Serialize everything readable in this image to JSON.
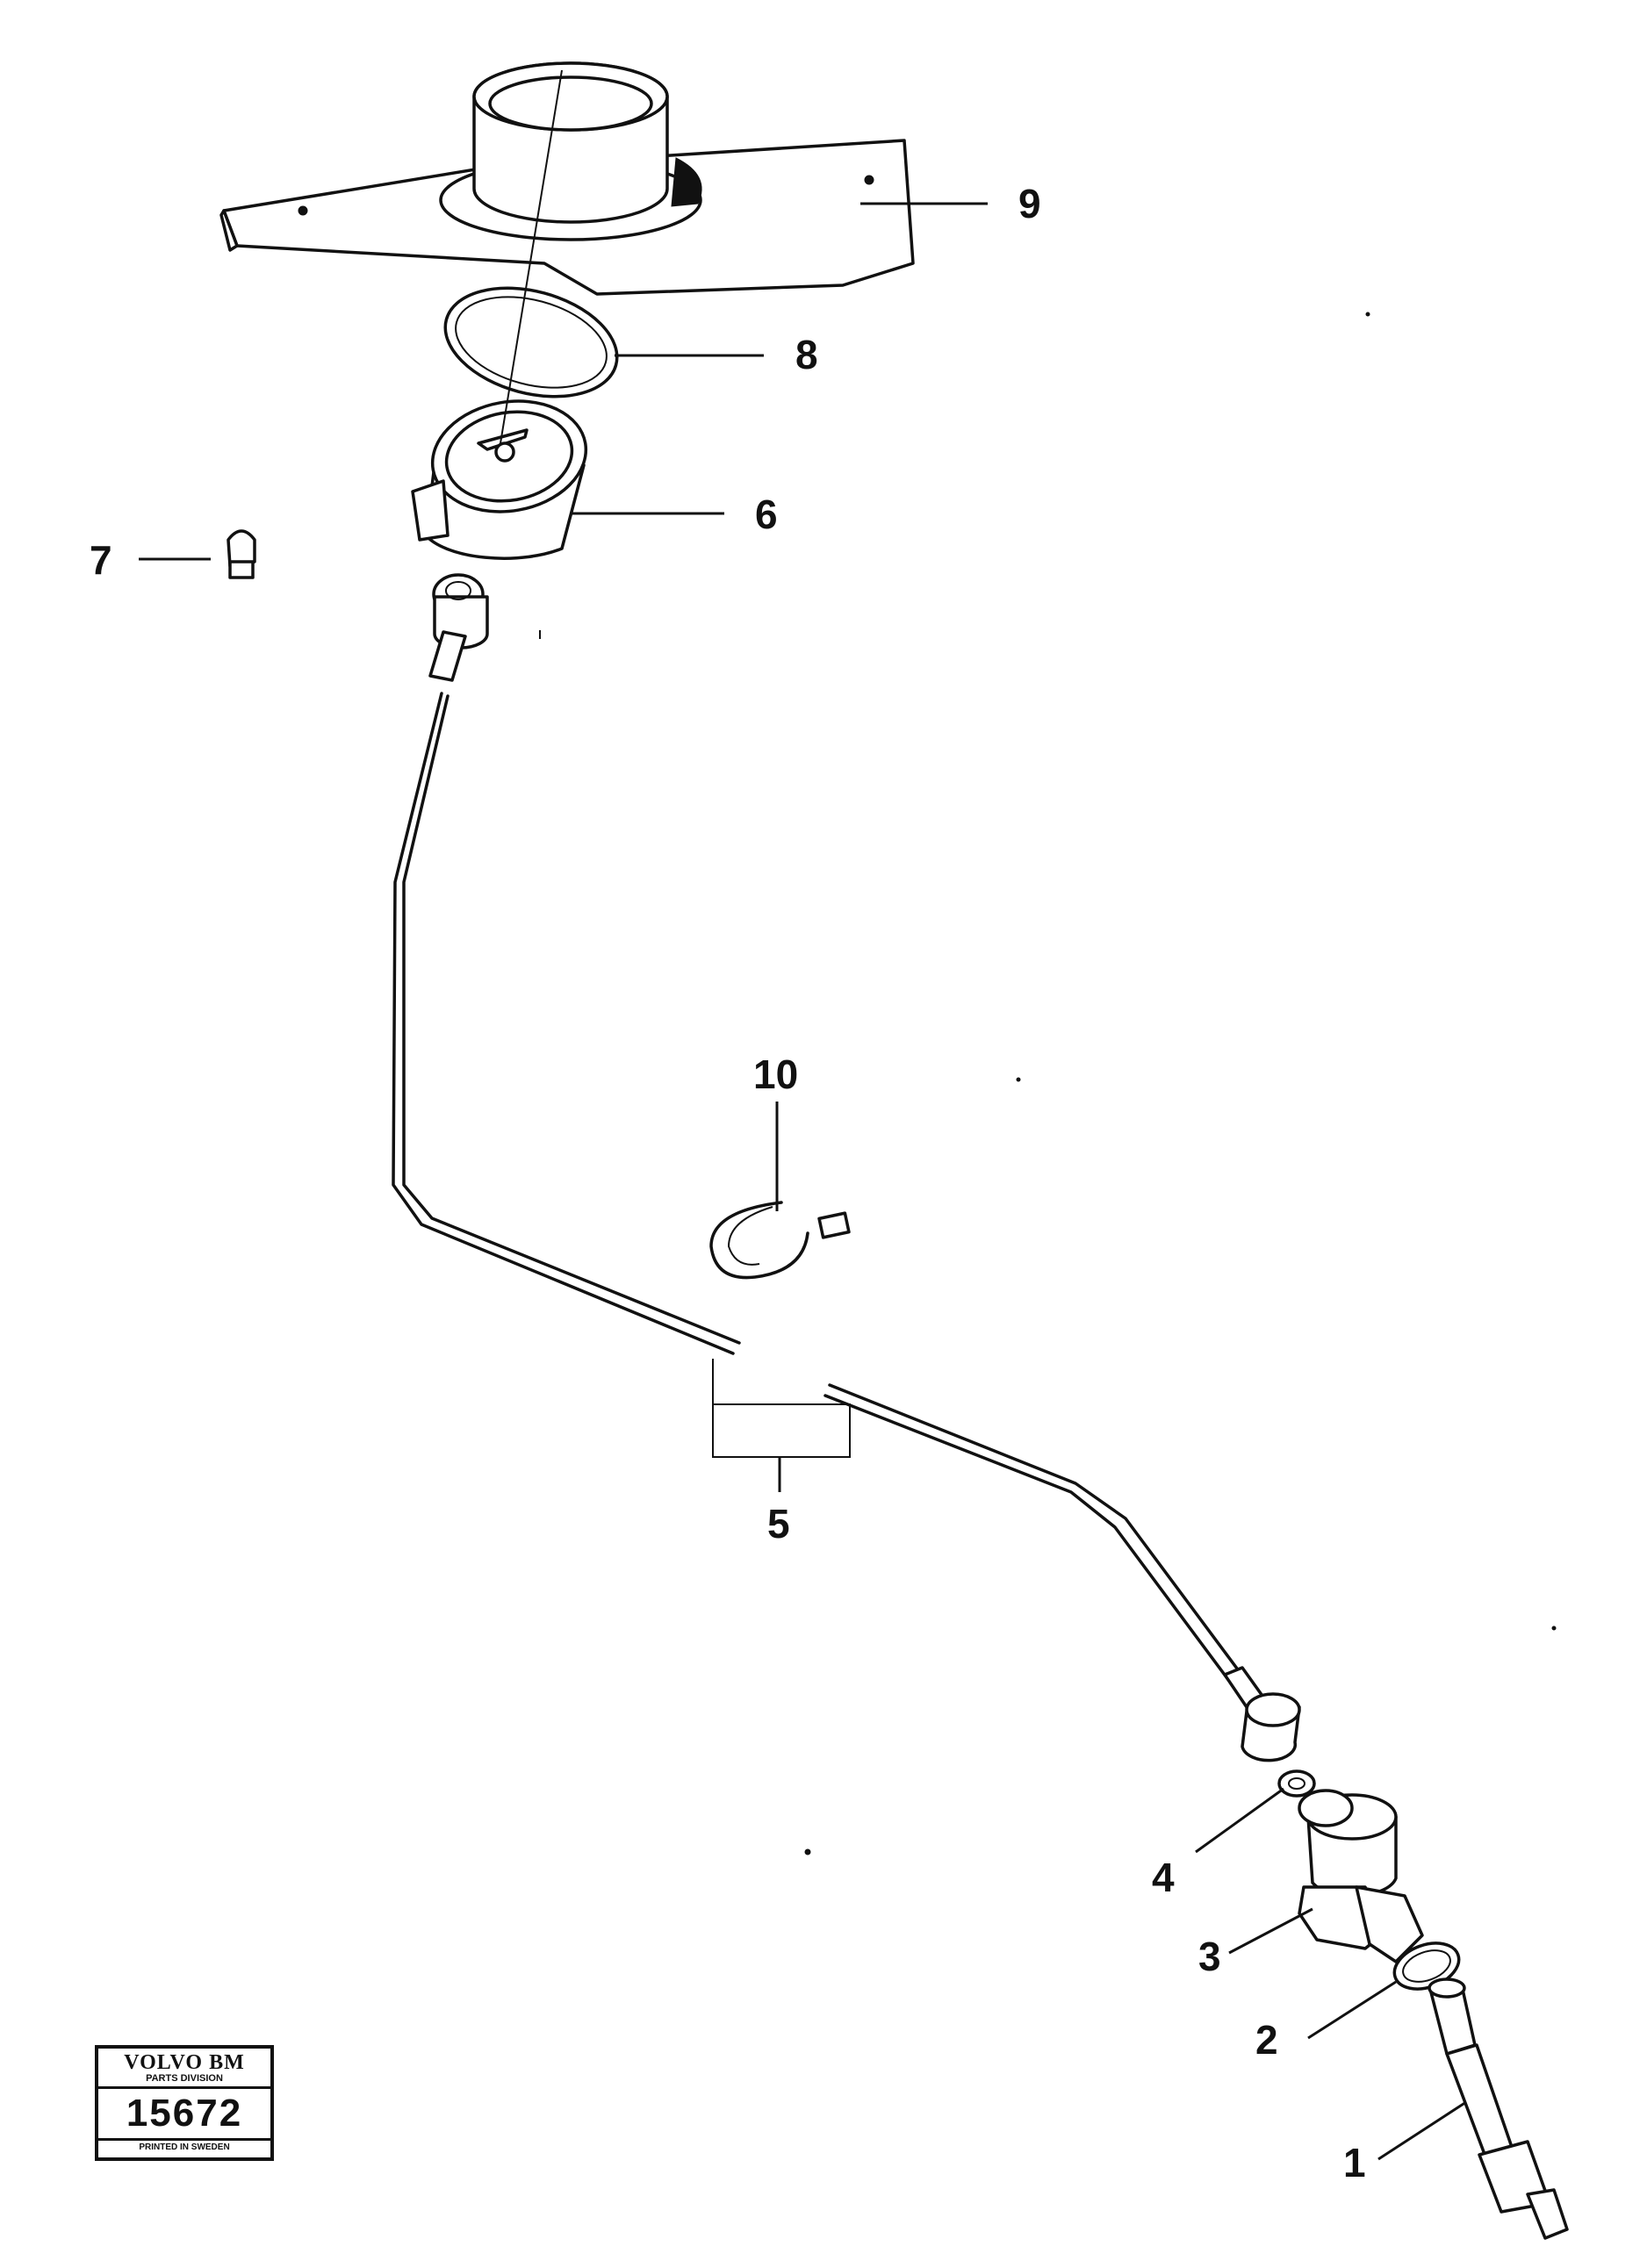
{
  "callouts": {
    "c1": "1",
    "c2": "2",
    "c3": "3",
    "c4": "4",
    "c5": "5",
    "c6": "6",
    "c7": "7",
    "c8": "8",
    "c9": "9",
    "c10": "10"
  },
  "plate": {
    "brand": "VOLVO BM",
    "division": "PARTS DIVISION",
    "number": "15672",
    "footer": "PRINTED IN SWEDEN"
  }
}
